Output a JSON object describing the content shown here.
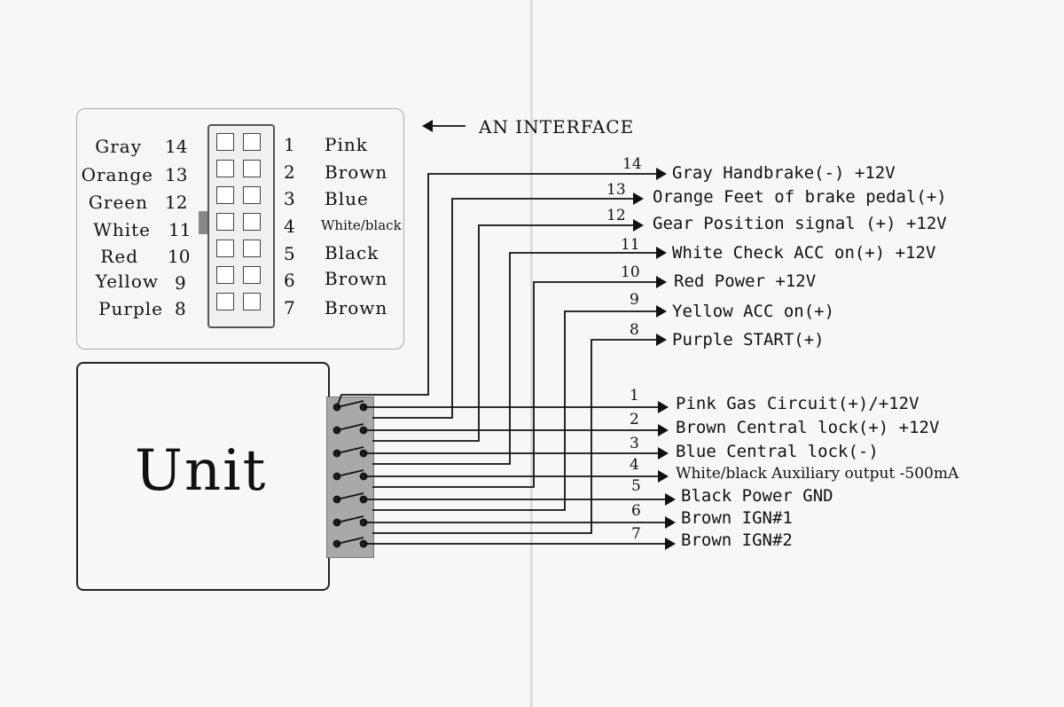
{
  "connector": {
    "left_pins": [
      {
        "color": "Gray",
        "num": "14"
      },
      {
        "color": "Orange",
        "num": "13"
      },
      {
        "color": "Green",
        "num": "12"
      },
      {
        "color": "White",
        "num": "11"
      },
      {
        "color": "Red",
        "num": "10"
      },
      {
        "color": "Yellow",
        "num": "9"
      },
      {
        "color": "Purple",
        "num": "8"
      }
    ],
    "right_pins": [
      {
        "num": "1",
        "color": "Pink"
      },
      {
        "num": "2",
        "color": "Brown"
      },
      {
        "num": "3",
        "color": "Blue"
      },
      {
        "num": "4",
        "color": "White/black"
      },
      {
        "num": "5",
        "color": "Black"
      },
      {
        "num": "6",
        "color": "Brown"
      },
      {
        "num": "7",
        "color": "Brown"
      }
    ]
  },
  "interface_label": "AN INTERFACE",
  "unit_label": "Unit",
  "wires": [
    {
      "num": "14",
      "desc": "Gray  Handbrake(-) +12V"
    },
    {
      "num": "13",
      "desc": "Orange Feet of brake pedal(+)"
    },
    {
      "num": "12",
      "desc": "Gear Position signal (+) +12V"
    },
    {
      "num": "11",
      "desc": "White Check ACC on(+) +12V"
    },
    {
      "num": "10",
      "desc": "Red Power +12V"
    },
    {
      "num": "9",
      "desc": "Yellow ACC on(+)"
    },
    {
      "num": "8",
      "desc": "Purple START(+)"
    },
    {
      "num": "1",
      "desc": "Pink Gas Circuit(+)/+12V"
    },
    {
      "num": "2",
      "desc": "Brown Central lock(+) +12V"
    },
    {
      "num": "3",
      "desc": "Blue Central lock(-)"
    },
    {
      "num": "4",
      "desc": "White/black  Auxiliary output -500mA"
    },
    {
      "num": "5",
      "desc": "Black Power GND"
    },
    {
      "num": "6",
      "desc": "Brown  IGN#1"
    },
    {
      "num": "7",
      "desc": "Brown   IGN#2"
    }
  ]
}
